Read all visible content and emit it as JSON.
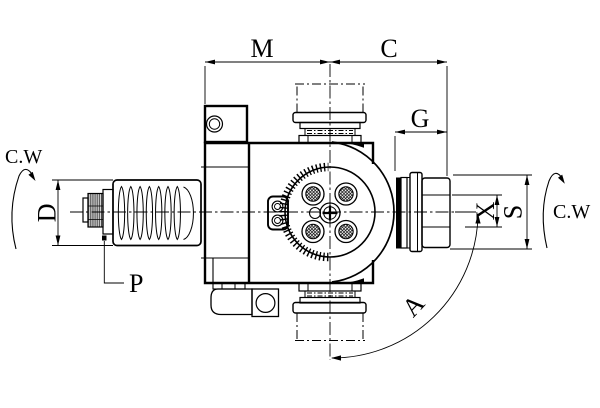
{
  "drawing": {
    "type": "engineering-diagram",
    "colors": {
      "ink": "#000000",
      "paper": "#ffffff"
    },
    "dimensions": {
      "m": "M",
      "c": "C",
      "g": "G",
      "d": "D",
      "p": "P",
      "x": "X",
      "s": "S",
      "a": "A"
    },
    "rotation_labels": {
      "left": "C.W",
      "right": "C.W"
    }
  }
}
